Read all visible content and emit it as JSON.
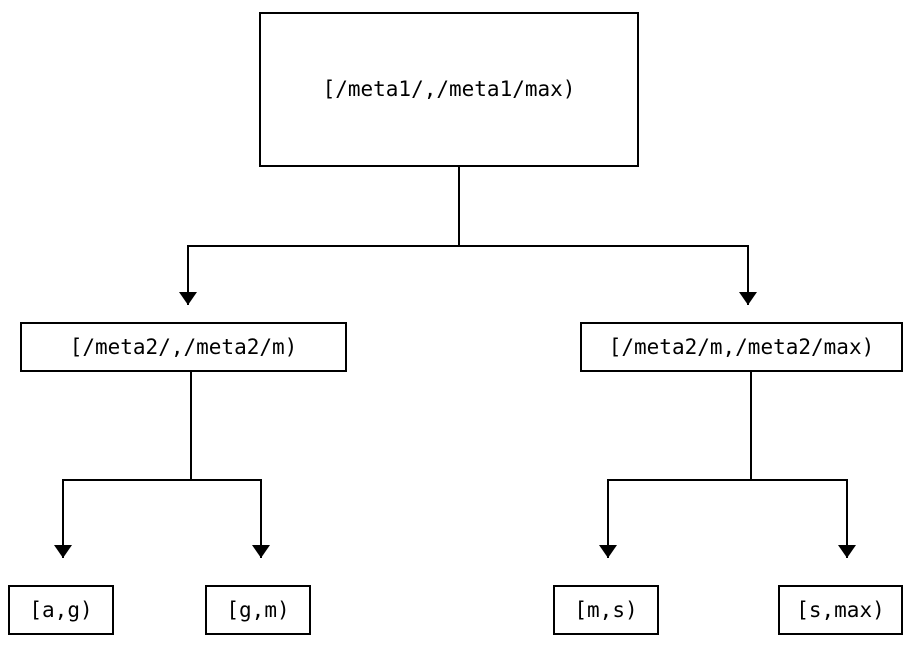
{
  "diagram": {
    "type": "binary-partition-tree",
    "orientation": "top-down",
    "line_color": "#000000",
    "background_color": "#ffffff",
    "nodes": {
      "root": {
        "label": "[/meta1/,/meta1/max)"
      },
      "mid_left": {
        "label": "[/meta2/,/meta2/m)"
      },
      "mid_right": {
        "label": "[/meta2/m,/meta2/max)"
      },
      "leaf_1": {
        "label": "[a,g)"
      },
      "leaf_2": {
        "label": "[g,m)"
      },
      "leaf_3": {
        "label": "[m,s)"
      },
      "leaf_4": {
        "label": "[s,max)"
      }
    },
    "edges": [
      {
        "from": "root",
        "to": "mid_left"
      },
      {
        "from": "root",
        "to": "mid_right"
      },
      {
        "from": "mid_left",
        "to": "leaf_1"
      },
      {
        "from": "mid_left",
        "to": "leaf_2"
      },
      {
        "from": "mid_right",
        "to": "leaf_3"
      },
      {
        "from": "mid_right",
        "to": "leaf_4"
      }
    ]
  }
}
